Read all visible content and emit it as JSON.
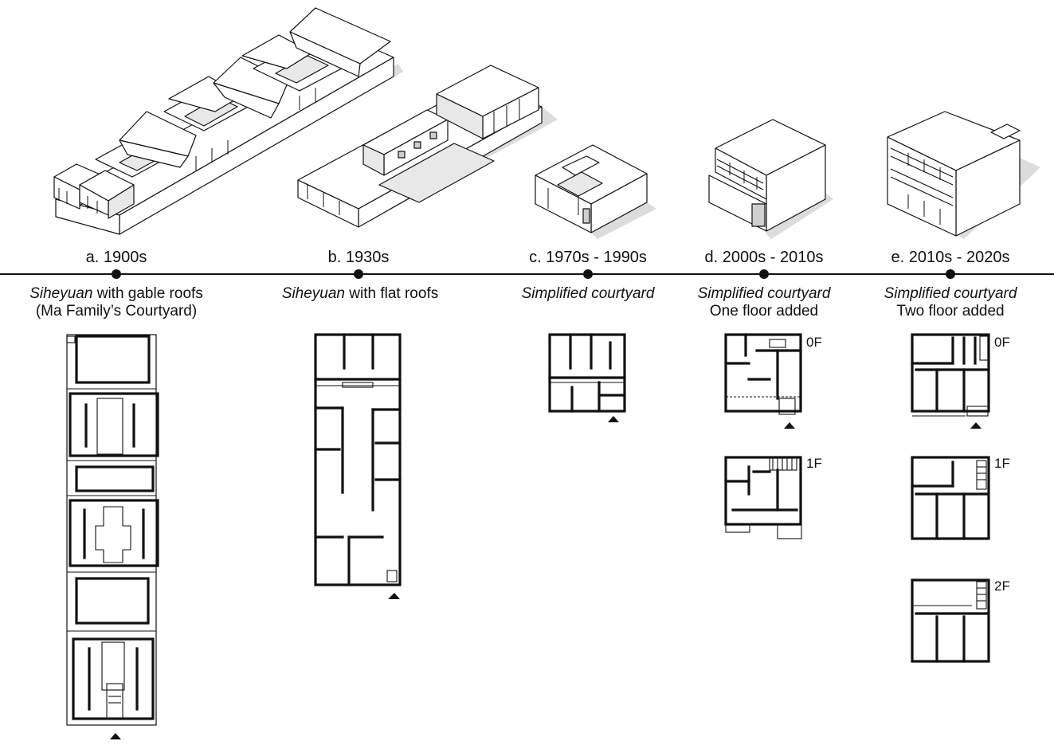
{
  "stages": [
    {
      "id": "a",
      "period": "a. 1900s",
      "title_italic": "Siheyuan",
      "title_rest": " with gable roofs",
      "subtitle": "(Ma Family’s Courtyard)",
      "floors": []
    },
    {
      "id": "b",
      "period": "b. 1930s",
      "title_italic": "Siheyuan",
      "title_rest": " with flat roofs",
      "subtitle": "",
      "floors": []
    },
    {
      "id": "c",
      "period": "c. 1970s - 1990s",
      "title_italic": "Simplified courtyard",
      "title_rest": "",
      "subtitle": "",
      "floors": []
    },
    {
      "id": "d",
      "period": "d. 2000s - 2010s",
      "title_italic": "Simplified courtyard",
      "title_rest": "",
      "subtitle": "One floor added",
      "floors": [
        "0F",
        "1F"
      ]
    },
    {
      "id": "e",
      "period": "e. 2010s - 2020s",
      "title_italic": "Simplified courtyard",
      "title_rest": "",
      "subtitle": "Two floor added",
      "floors": [
        "0F",
        "1F",
        "2F"
      ]
    }
  ],
  "colors": {
    "line": "#111111",
    "fill": "#ffffff",
    "shade": "#e6e6e6",
    "shadow": "#d9d9d9"
  }
}
